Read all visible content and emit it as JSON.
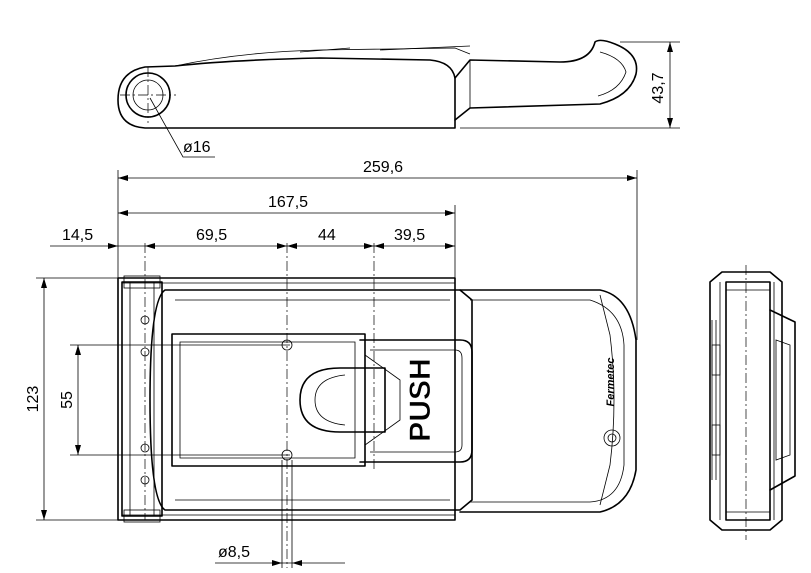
{
  "dimensions": {
    "overall_length": "259,6",
    "body_length": "167,5",
    "offset_left": "14,5",
    "hole_spacing_1": "69,5",
    "hole_spacing_2": "44",
    "offset_right": "39,5",
    "overall_height": "123",
    "hole_vertical_spacing": "55",
    "hole_diameter": "ø8,5",
    "pivot_diameter": "ø16",
    "side_height": "43,7"
  },
  "labels": {
    "button_text": "PUSH",
    "brand": "Fermetec"
  }
}
